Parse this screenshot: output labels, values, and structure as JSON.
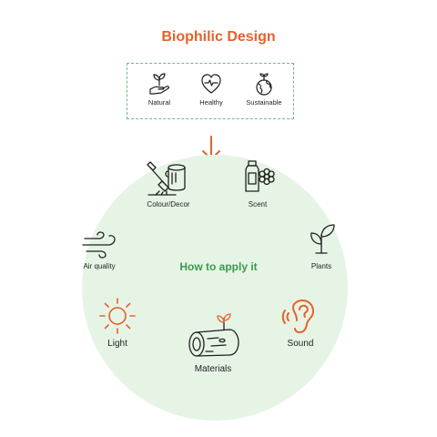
{
  "title": "Biophilic Design",
  "colors": {
    "accent": "#e6622a",
    "box_border": "#6fb784",
    "circle": "#e6f4e5",
    "center_text": "#3a9a4a",
    "icon": "#1f1f1f"
  },
  "principles": [
    {
      "label": "Natural",
      "icon": "hand-plant-icon"
    },
    {
      "label": "Healthy",
      "icon": "heart-pulse-icon"
    },
    {
      "label": "Sustainable",
      "icon": "globe-sprout-icon"
    }
  ],
  "center_label": "How to apply it",
  "methods": {
    "colour": {
      "label": "Colour/Decor",
      "icon": "paint-can-brush-icon"
    },
    "scent": {
      "label": "Scent",
      "icon": "scent-bottle-icon"
    },
    "plants": {
      "label": "Plants",
      "icon": "plant-sprout-icon"
    },
    "sound": {
      "label": "Sound",
      "icon": "ear-sound-icon"
    },
    "materials": {
      "label": "Materials",
      "icon": "wood-log-icon"
    },
    "light": {
      "label": "Light",
      "icon": "sun-icon"
    },
    "air": {
      "label": "Air quality",
      "icon": "wind-icon"
    }
  }
}
